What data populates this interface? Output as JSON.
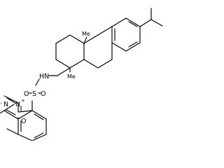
{
  "molecule": {
    "atoms": {
      "me_top": "Me",
      "me_mid": "Me",
      "nh": "HN",
      "sulfonyl_s": "S",
      "sulfonyl_o_left": "O",
      "sulfonyl_o_right": "O",
      "diazo_n_terminal": "N",
      "diazo_n_inner": "N",
      "diazo_plus": "+",
      "diazo_minus": "-",
      "ketone_o": "O"
    }
  }
}
